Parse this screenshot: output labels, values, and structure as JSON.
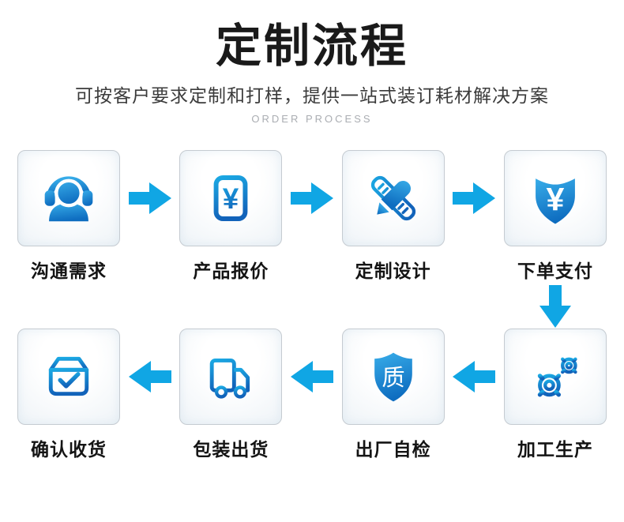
{
  "header": {
    "title": "定制流程",
    "subtitle": "可按客户要求定制和打样，提供一站式装订耗材解决方案",
    "tagline": "ORDER PROCESS"
  },
  "steps": [
    {
      "label": "沟通需求",
      "icon": "headset-support-icon"
    },
    {
      "label": "产品报价",
      "icon": "yuan-quote-icon"
    },
    {
      "label": "定制设计",
      "icon": "pencil-ruler-icon"
    },
    {
      "label": "下单支付",
      "icon": "payment-shield-icon"
    },
    {
      "label": "加工生产",
      "icon": "gears-icon"
    },
    {
      "label": "出厂自检",
      "icon": "quality-shield-icon"
    },
    {
      "label": "包装出货",
      "icon": "delivery-truck-icon"
    },
    {
      "label": "确认收货",
      "icon": "parcel-check-icon"
    }
  ],
  "symbols": {
    "yuan": "¥",
    "quality": "质"
  },
  "colors": {
    "arrow_blue": "#10a6e4",
    "icon_gradient_light": "#38ade9",
    "icon_gradient_dark": "#0e6dc0",
    "title_text": "#1a1a1a",
    "tagline_gray": "#aaadb2",
    "card_border": "#c5cbd1"
  }
}
